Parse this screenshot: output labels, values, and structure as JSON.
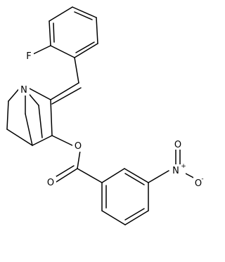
{
  "molecule": {
    "atoms": {
      "fluorine": "F",
      "nitrogen_bridgehead": "N",
      "ester_oxygen": "O",
      "carbonyl_oxygen": "O",
      "nitro_nitrogen": "N",
      "nitro_oxygen_top": "O",
      "nitro_oxygen_bottom": "O"
    },
    "charges": {
      "nitro_nitrogen": "+",
      "nitro_oxygen_bottom": "-"
    }
  }
}
